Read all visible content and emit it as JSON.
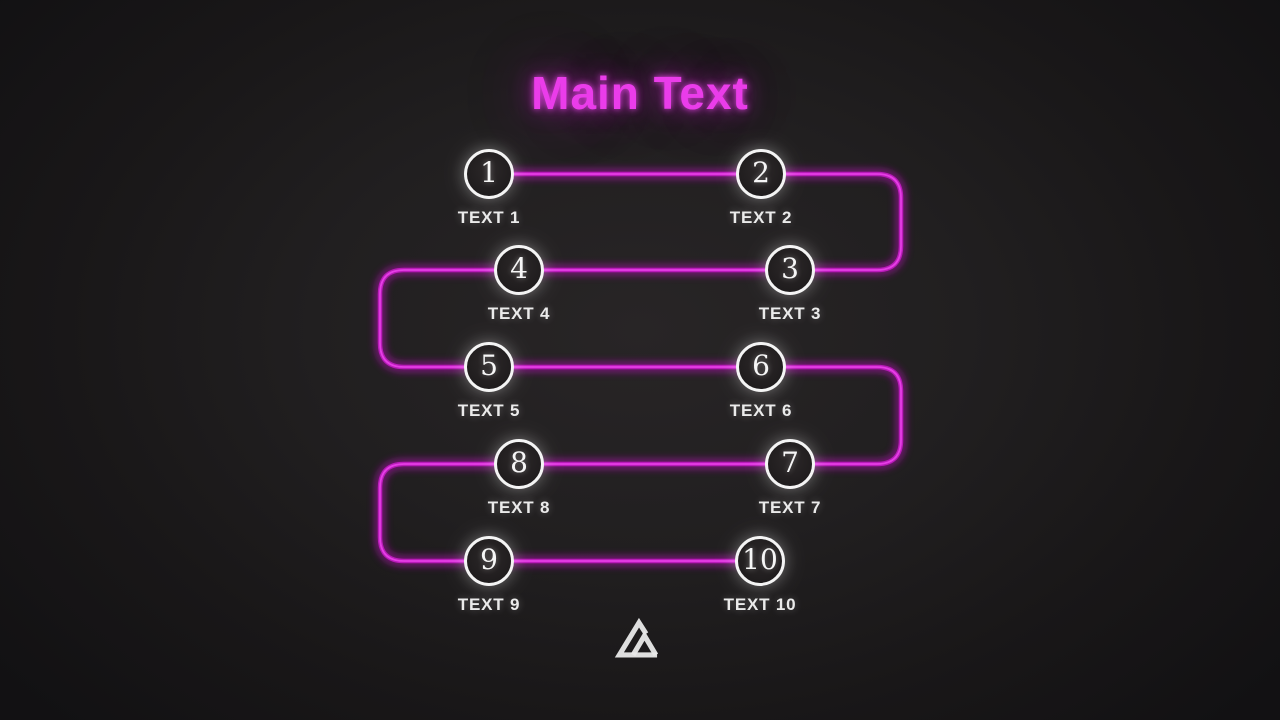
{
  "title": "Main Text",
  "nodes": [
    {
      "number": "1",
      "label": "TEXT 1"
    },
    {
      "number": "2",
      "label": "TEXT 2"
    },
    {
      "number": "3",
      "label": "TEXT 3"
    },
    {
      "number": "4",
      "label": "TEXT 4"
    },
    {
      "number": "5",
      "label": "TEXT 5"
    },
    {
      "number": "6",
      "label": "TEXT 6"
    },
    {
      "number": "7",
      "label": "TEXT 7"
    },
    {
      "number": "8",
      "label": "TEXT 8"
    },
    {
      "number": "9",
      "label": "TEXT 9"
    },
    {
      "number": "10",
      "label": "TEXT 10"
    }
  ],
  "colors": {
    "title_accent": "#ea3cea",
    "line_glow": "#8a158a",
    "line_main": "#b91bb9",
    "line_core": "#e740e7",
    "node_stroke": "#f4f4f4",
    "background_center": "#282526",
    "background_edge": "#121113"
  },
  "icons": {
    "logo": "mountain-peaks-icon"
  }
}
